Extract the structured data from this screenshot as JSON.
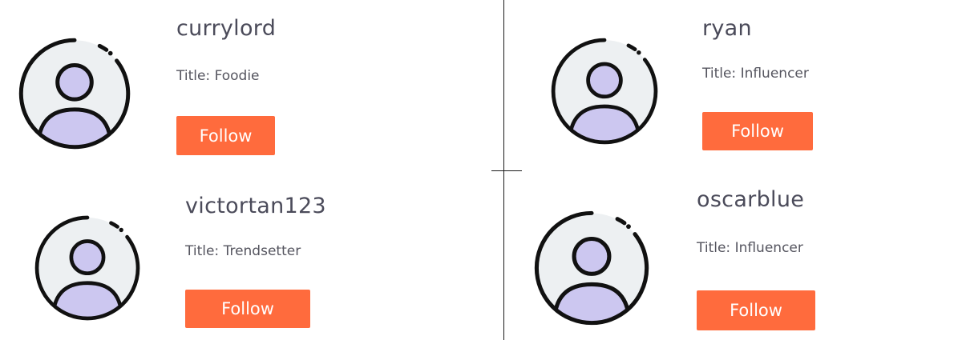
{
  "colors": {
    "follow_button": "#ff6b3d",
    "avatar_fill": "#ccc7f0",
    "avatar_background": "#edf0f2",
    "outline": "#111111"
  },
  "users": [
    {
      "username": "currylord",
      "title": "Title: Foodie",
      "follow_label": "Follow",
      "avatar_icon": "user-avatar-icon"
    },
    {
      "username": "ryan",
      "title": "Title: Influencer",
      "follow_label": "Follow",
      "avatar_icon": "user-avatar-icon"
    },
    {
      "username": "victortan123",
      "title": "Title: Trendsetter",
      "follow_label": "Follow",
      "avatar_icon": "user-avatar-icon"
    },
    {
      "username": "oscarblue",
      "title": "Title: Influencer",
      "follow_label": "Follow",
      "avatar_icon": "user-avatar-icon"
    }
  ]
}
